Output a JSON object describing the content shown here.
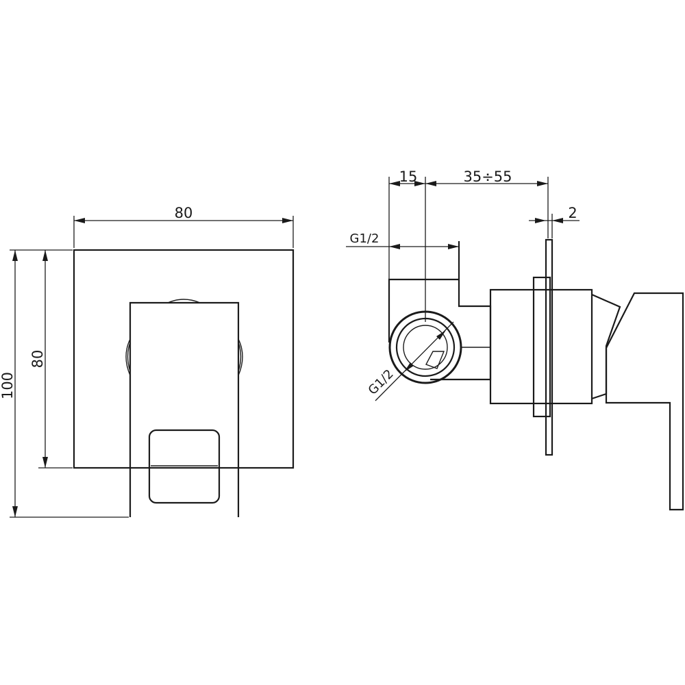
{
  "front_view": {
    "width_label": "80",
    "plate_height_label": "80",
    "total_height_label": "100"
  },
  "side_view": {
    "offset_label": "15",
    "depth_range_label": "35÷55",
    "plate_thickness_label": "2",
    "thread_label_top": "G1/2",
    "thread_label_diag": "G1/2"
  },
  "colors": {
    "line": "#1a1a1a",
    "background": "#ffffff"
  }
}
